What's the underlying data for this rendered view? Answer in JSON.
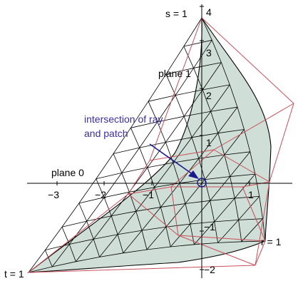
{
  "figure": {
    "x_ticks": [
      "−3",
      "−2",
      "−1",
      "1"
    ],
    "y_ticks": [
      "1",
      "2",
      "3",
      "4",
      "−1",
      "−2"
    ],
    "corner_labels": {
      "s": "s = 1",
      "r": "r = 1",
      "t": "t = 1"
    },
    "plane_labels": {
      "plane0": "plane 0",
      "plane1": "plane 1"
    },
    "callout": {
      "line1": "intersection of ray",
      "line2": "and patch"
    },
    "colors": {
      "patch_fill": "#cfded6",
      "mesh": "#000000",
      "control_net": "#c8505a",
      "callout_text": "#3a2fa0",
      "arrow": "#1a1a8c"
    }
  }
}
